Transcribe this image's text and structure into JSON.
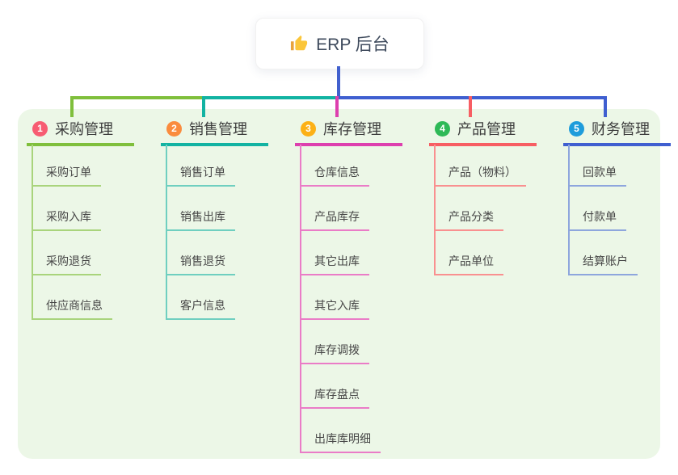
{
  "root": {
    "label": "ERP 后台",
    "icon": "thumbs-up"
  },
  "canvas": {
    "background": "#ffffff",
    "panel_color": "#ecf7e7",
    "root_connector_color": "#4160ce",
    "label_text_color": "#3d3d3d",
    "child_text_color": "#474747"
  },
  "branches": [
    {
      "badge": "1",
      "label": "采购管理",
      "badge_color": "#f75c72",
      "line_color": "#7fbf3c",
      "child_line_color": "#a9d47c",
      "children": [
        "采购订单",
        "采购入库",
        "采购退货",
        "供应商信息"
      ]
    },
    {
      "badge": "2",
      "label": "销售管理",
      "badge_color": "#fa8c3e",
      "line_color": "#12b3a2",
      "child_line_color": "#6fcfc0",
      "children": [
        "销售订单",
        "销售出库",
        "销售退货",
        "客户信息"
      ]
    },
    {
      "badge": "3",
      "label": "库存管理",
      "badge_color": "#fcb116",
      "line_color": "#dd3fae",
      "child_line_color": "#ea7cc7",
      "children": [
        "仓库信息",
        "产品库存",
        "其它出库",
        "其它入库",
        "库存调拨",
        "库存盘点",
        "出库库明细"
      ]
    },
    {
      "badge": "4",
      "label": "产品管理",
      "badge_color": "#2eb957",
      "line_color": "#f75e63",
      "child_line_color": "#f99090",
      "children": [
        "产品（物料）",
        "产品分类",
        "产品单位"
      ]
    },
    {
      "badge": "5",
      "label": "财务管理",
      "badge_color": "#1e9cdb",
      "line_color": "#3f5fd0",
      "child_line_color": "#8ea6dd",
      "children": [
        "回款单",
        "付款单",
        "结算账户"
      ]
    }
  ]
}
